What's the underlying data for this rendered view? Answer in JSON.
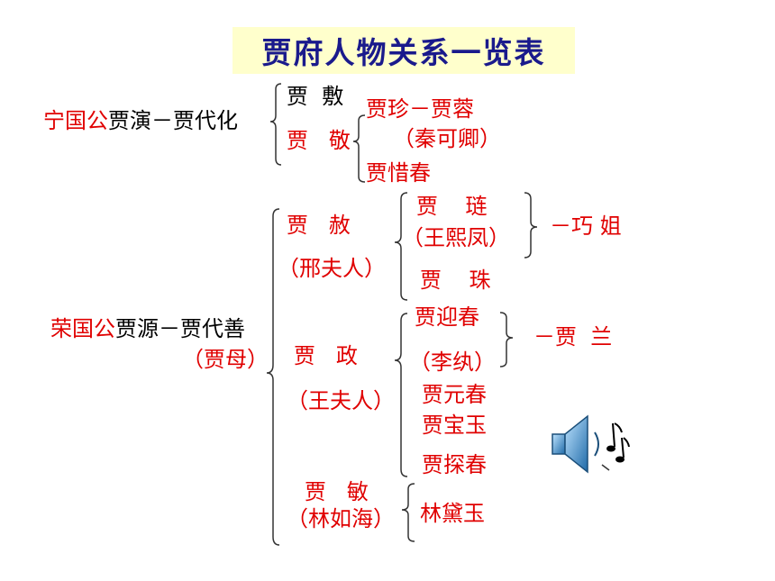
{
  "title": "贾府人物关系一览表",
  "colors": {
    "title": "#1a1a8c",
    "title_bg": "#ffffcc",
    "red": "#e00000",
    "black": "#000000"
  },
  "ningguo": {
    "duke": "宁国公",
    "line": "贾演－贾代化",
    "jia_fu": "贾  敷",
    "jia_jing": "贾   敬",
    "zhen_rong": "贾珍－贾蓉",
    "qin_keqing": "（秦可卿）",
    "xichun": "贾惜春"
  },
  "rongguo": {
    "duke": "荣国公",
    "line": "贾源－贾代善",
    "jia_mu": "（贾母）",
    "jia_she": "贾   赦",
    "xing_furen": "（邢夫人）",
    "jia_lian": "贾    琏",
    "wang_xifeng": "（王熙凤）",
    "qiaojie": "－巧 姐",
    "jia_zhu": "贾    珠",
    "jia_zheng": "贾   政",
    "wang_furen": "（王夫人）",
    "yingchun": "贾迎春",
    "li_wan": "（李纨）",
    "jia_lan": "－贾  兰",
    "yuanchun": "贾元春",
    "baoyu": "贾宝玉",
    "tanchun": "贾探春",
    "jia_min": "贾   敏",
    "lin_ruhai": "（林如海）",
    "daiyu": "林黛玉"
  },
  "icons": {
    "speaker": "speaker-icon"
  }
}
